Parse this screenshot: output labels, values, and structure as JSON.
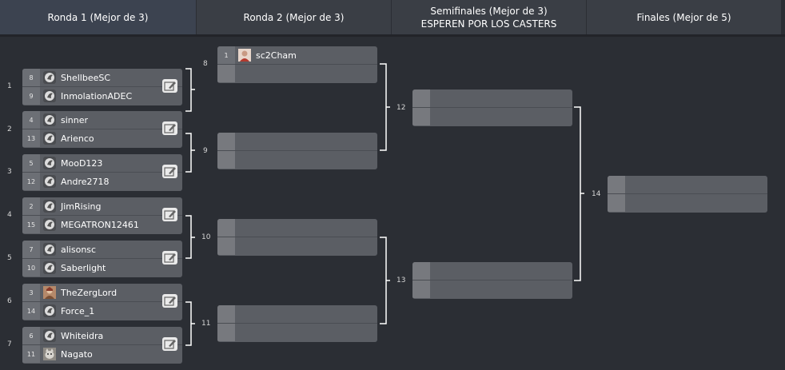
{
  "headers": [
    {
      "title": "Ronda 1 (Mejor de 3)",
      "subtitle": ""
    },
    {
      "title": "Ronda 2 (Mejor de 3)",
      "subtitle": ""
    },
    {
      "title": "Semifinales (Mejor de 3)",
      "subtitle": "ESPEREN POR LOS CASTERS"
    },
    {
      "title": "Finales (Mejor de 5)",
      "subtitle": ""
    }
  ],
  "round1": [
    {
      "num": "1",
      "players": [
        {
          "seed": "8",
          "name": "ShellbeeSC",
          "icon": "protoss-icon"
        },
        {
          "seed": "9",
          "name": "InmolationADEC",
          "icon": "protoss-icon"
        }
      ]
    },
    {
      "num": "2",
      "players": [
        {
          "seed": "4",
          "name": "sinner",
          "icon": "protoss-icon"
        },
        {
          "seed": "13",
          "name": "Arienco",
          "icon": "protoss-icon"
        }
      ]
    },
    {
      "num": "3",
      "players": [
        {
          "seed": "5",
          "name": "MooD123",
          "icon": "protoss-icon"
        },
        {
          "seed": "12",
          "name": "Andre2718",
          "icon": "protoss-icon"
        }
      ]
    },
    {
      "num": "4",
      "players": [
        {
          "seed": "2",
          "name": "JimRising",
          "icon": "protoss-icon"
        },
        {
          "seed": "15",
          "name": "MEGATRON12461",
          "icon": "protoss-icon"
        }
      ]
    },
    {
      "num": "5",
      "players": [
        {
          "seed": "7",
          "name": "alisonsc",
          "icon": "protoss-icon"
        },
        {
          "seed": "10",
          "name": "Saberlight",
          "icon": "protoss-icon"
        }
      ]
    },
    {
      "num": "6",
      "players": [
        {
          "seed": "3",
          "name": "TheZergLord",
          "icon": "portrait-icon"
        },
        {
          "seed": "14",
          "name": "Force_1",
          "icon": "protoss-icon"
        }
      ]
    },
    {
      "num": "7",
      "players": [
        {
          "seed": "6",
          "name": "Whiteidra",
          "icon": "protoss-icon"
        },
        {
          "seed": "11",
          "name": "Nagato",
          "icon": "cat-portrait-icon"
        }
      ]
    }
  ],
  "round2": [
    {
      "num": "8",
      "players": [
        {
          "seed": "1",
          "name": "sc2Cham",
          "icon": "portrait-icon"
        },
        {
          "seed": "",
          "name": ""
        }
      ]
    },
    {
      "num": "9",
      "players": [
        {
          "seed": "",
          "name": ""
        },
        {
          "seed": "",
          "name": ""
        }
      ]
    },
    {
      "num": "10",
      "players": [
        {
          "seed": "",
          "name": ""
        },
        {
          "seed": "",
          "name": ""
        }
      ]
    },
    {
      "num": "11",
      "players": [
        {
          "seed": "",
          "name": ""
        },
        {
          "seed": "",
          "name": ""
        }
      ]
    }
  ],
  "semis": [
    {
      "num": "12",
      "players": [
        {
          "seed": "",
          "name": ""
        },
        {
          "seed": "",
          "name": ""
        }
      ]
    },
    {
      "num": "13",
      "players": [
        {
          "seed": "",
          "name": ""
        },
        {
          "seed": "",
          "name": ""
        }
      ]
    }
  ],
  "final": {
    "num": "14",
    "players": [
      {
        "seed": "",
        "name": ""
      },
      {
        "seed": "",
        "name": ""
      }
    ]
  },
  "colors": {
    "background": "#2b2e34",
    "match": "#5b5e64",
    "connector": "#ffffff"
  }
}
